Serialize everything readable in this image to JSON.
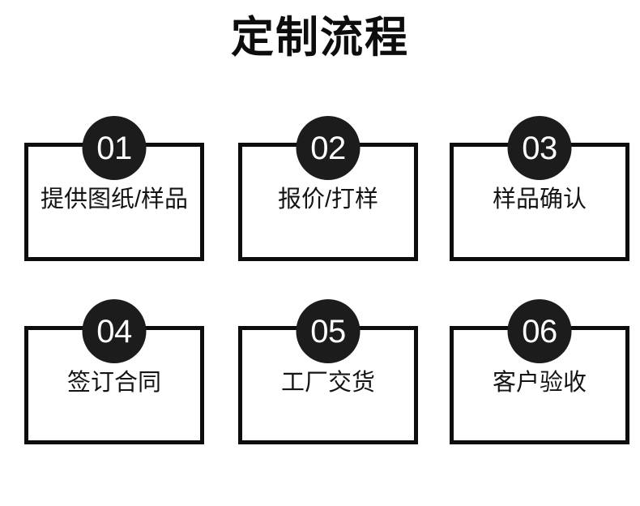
{
  "page": {
    "title": "定制流程",
    "background_color": "#ffffff",
    "ink_color": "#0d0d0d",
    "badge_color": "#1c1c1c",
    "badge_text_color": "#ffffff"
  },
  "steps": [
    {
      "number": "01",
      "label": "提供图纸/样品",
      "row": 0,
      "col": 0
    },
    {
      "number": "02",
      "label": "报价/打样",
      "row": 0,
      "col": 1
    },
    {
      "number": "03",
      "label": "样品确认",
      "row": 0,
      "col": 2
    },
    {
      "number": "04",
      "label": "签订合同",
      "row": 1,
      "col": 0
    },
    {
      "number": "05",
      "label": "工厂交货",
      "row": 1,
      "col": 1
    },
    {
      "number": "06",
      "label": "客户验收",
      "row": 1,
      "col": 2
    }
  ]
}
